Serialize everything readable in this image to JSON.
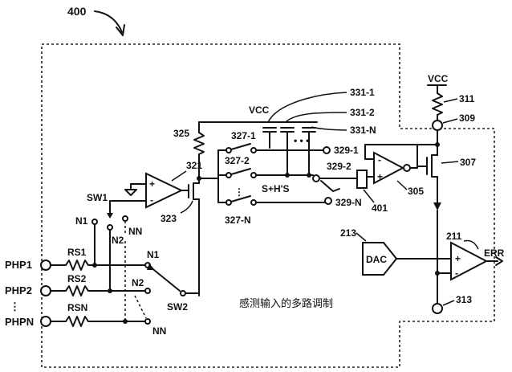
{
  "figure": {
    "ref": "400",
    "caption": "感测输入的多路调制"
  },
  "labels": {
    "vcc_top": "VCC",
    "r311": "311",
    "n309": "309",
    "a307": "307",
    "vcc_mid": "VCC",
    "c331_1": "331-1",
    "c331_2": "331-2",
    "c331_n": "331-N",
    "r325": "325",
    "a321": "321",
    "t323": "323",
    "s327_1": "327-1",
    "s327_2": "327-2",
    "s327_n": "327-N",
    "sh": "S+H'S",
    "o329_1": "329-1",
    "o329_2": "329-2",
    "o329_n": "329-N",
    "a305": "305",
    "b401": "401",
    "dac_ref": "213",
    "dac": "DAC",
    "cmp_ref": "211",
    "err": "ERR",
    "n313": "313",
    "sw1": "SW1",
    "sw2": "SW2",
    "n1a": "N1",
    "n2a": "N2",
    "nna": "NN",
    "n1b": "N1",
    "n2b": "N2",
    "nnb": "NN",
    "php1": "PHP1",
    "php2": "PHP2",
    "phpn": "PHPN",
    "rs1": "RS1",
    "rs2": "RS2",
    "rsn": "RSN",
    "plus": "+",
    "minus": "-",
    "dots": "⋮"
  }
}
